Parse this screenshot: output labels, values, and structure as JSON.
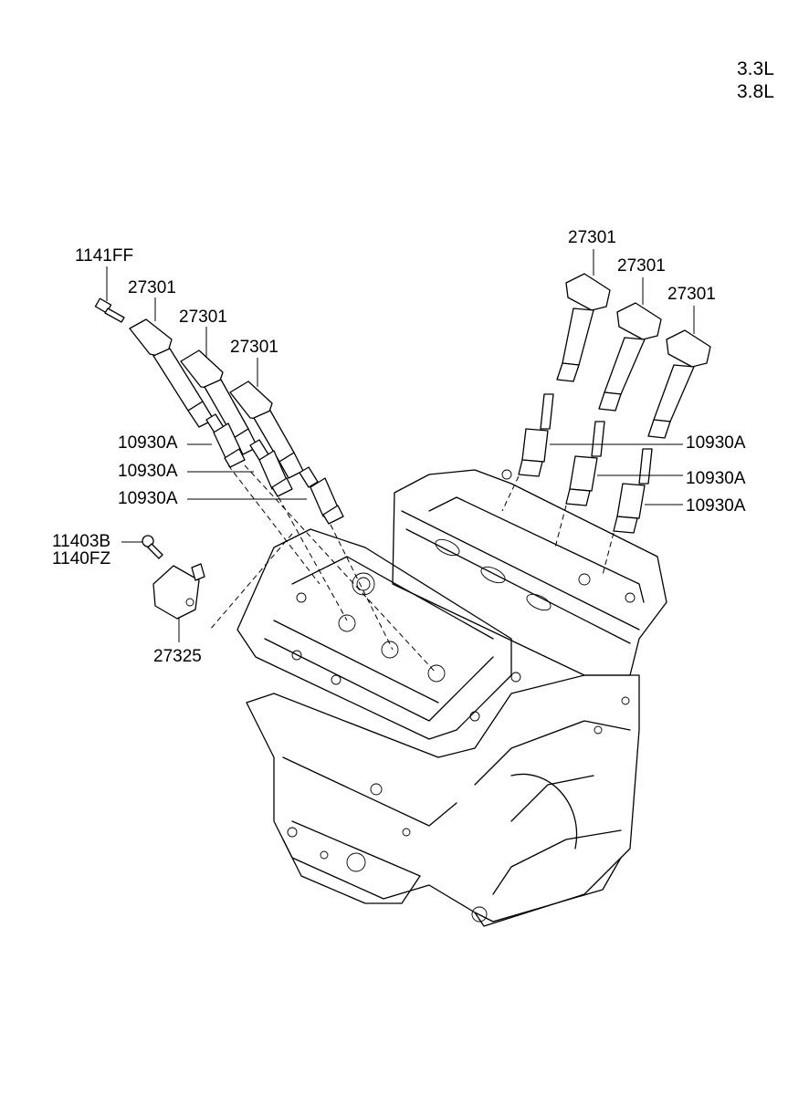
{
  "engine_variants": [
    "3.3L",
    "3.8L"
  ],
  "parts": {
    "bolt_coil": "1141FF",
    "ignition_coil": "27301",
    "spark_plug": "10930A",
    "bolt_condenser_1": "11403B",
    "bolt_condenser_2": "1140FZ",
    "condenser": "27325"
  }
}
